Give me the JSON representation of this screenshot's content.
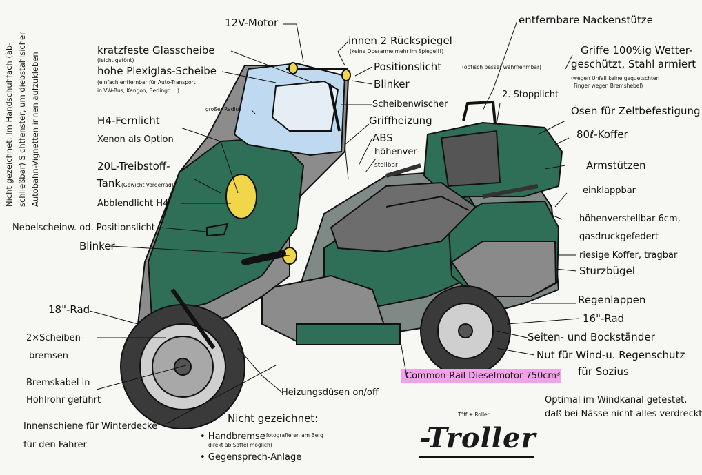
{
  "vertical_note": {
    "line1": "Nicht gezeichnet: Im Handschuhfach (ab-",
    "line2": "schließbar) Sichtfenster, um diebstahlsicher",
    "line3": "Autobahn-Vignetten innen aufzukleben"
  },
  "labels": {
    "motor12v": "12V-Motor",
    "rueckspiegel": "innen 2 Rückspiegel",
    "rueckspiegel_note": "(keine Oberarme mehr im Spiegel!!)",
    "nackenstuetze": "entfernbare Nackenstütze",
    "glasscheibe": "kratzfeste Glasscheibe",
    "glasscheibe_note": "(leicht getönt)",
    "plexiglas": "hohe Plexiglas-Scheibe",
    "plexiglas_note1": "(einfach entfernbar für Auto-Transport",
    "plexiglas_note2": "in VW-Bus, Kangoo, Berlingo ...)",
    "grosser_radius": "großer Radius",
    "positionslicht_top": "Positionslicht",
    "positionslicht_top_note": "(optisch besser wahrnehmbar)",
    "blinker_top": "Blinker",
    "griffe": "Griffe 100%ig Wetter-",
    "griffe2": "geschützt, Stahl armiert",
    "griffe_note1": "(wegen Unfall keine gequetschten",
    "griffe_note2": "Finger wegen Bremshebel)",
    "scheibenwischer": "Scheibenwischer",
    "stopplicht": "2. Stopplicht",
    "oesen": "Ösen für Zeltbefestigung",
    "fernlicht": "H4-Fernlicht",
    "xenon": "Xenon als Option",
    "griffheizung": "Griffheizung",
    "abs": "ABS",
    "hoehenverstellbar_seat1": "höhenver-",
    "hoehenverstellbar_seat2": "stellbar",
    "koffer80": "80ℓ-Koffer",
    "tank1": "20L-Treibstoff-",
    "tank2": "Tank",
    "tank_note": "(Gewicht Vorderrad)",
    "abblendlicht": "Abblendlicht H4",
    "armstuetzen": "Armstützen",
    "einklappbar": "einklappbar",
    "nebel": "Nebelscheinw. od. Positionslicht",
    "blinker_front": "Blinker",
    "hoehenverstellbar_6cm": "höhenverstellbar 6cm,",
    "gasdruck": "gasdruckgefedert",
    "riesige_koffer": "riesige Koffer, tragbar",
    "sturzbuegel": "Sturzbügel",
    "rad18": "18\"-Rad",
    "regenlappen": "Regenlappen",
    "rad16": "16\"-Rad",
    "scheibenbremsen1": "2×Scheiben-",
    "scheibenbremsen2": "bremsen",
    "staender": "Seiten- und Bockständer",
    "nut1": "Nut für Wind-u. Regenschutz",
    "nut2": "für Sozius",
    "bremskabel1": "Bremskabel in",
    "bremskabel2": "Hohlrohr geführt",
    "common_rail": "Common-Rail Dieselmotor 750cm³",
    "heizungsduesen": "Heizungsdüsen on/off",
    "windkanal1": "Optimal im Windkanal getestet,",
    "windkanal2": "daß bei Nässe nicht alles verdreckt",
    "innenschiene1": "Innenschiene für Winterdecke",
    "innenschiene2": "für den Fahrer",
    "nicht_gezeichnet": "Nicht gezeichnet:",
    "handbremse": "• Handbremse",
    "handbremse_note1": "(fotografieren am Berg",
    "handbremse_note2": "direkt ab Sattel möglich)",
    "gegensprech": "• Gegensprech-Anlage",
    "toeff_roller": "Töff + Roller",
    "troller": "-Troller"
  },
  "colors": {
    "green": "#2f6f58",
    "gray": "#8c8c8c",
    "yellow": "#f2d64a",
    "glass": "#bfdaf0",
    "highlight": "#f0a3e8"
  }
}
